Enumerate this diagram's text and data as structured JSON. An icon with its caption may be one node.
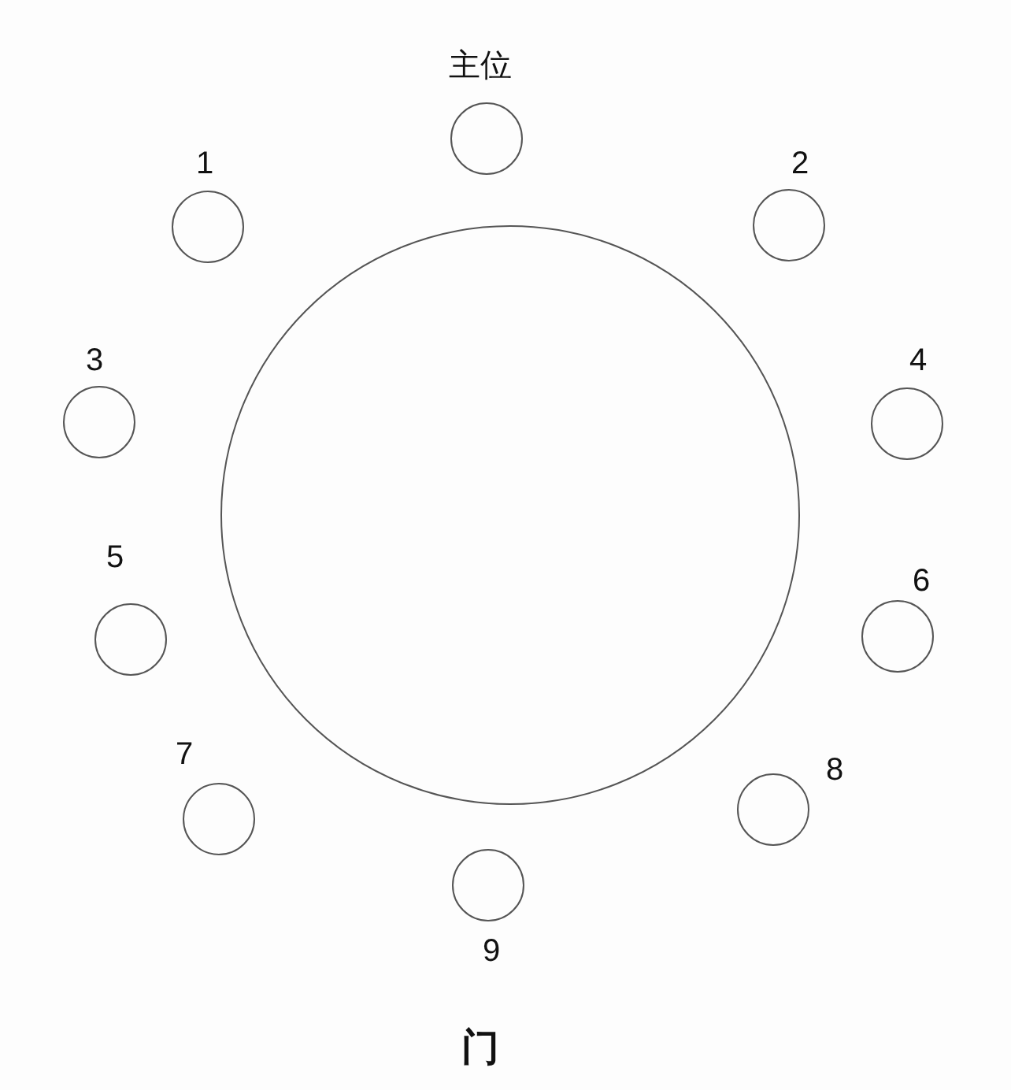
{
  "diagram": {
    "nodes": [
      {
        "text": [
          "主位"
        ]
      },
      {
        "text": [
          "1"
        ]
      },
      {
        "text": [
          "2"
        ]
      },
      {
        "text": [
          "3"
        ]
      },
      {
        "text": [
          "4"
        ]
      },
      {
        "text": [
          "5"
        ]
      },
      {
        "text": [
          "6"
        ]
      },
      {
        "text": [
          "7"
        ]
      },
      {
        "text": [
          "8"
        ]
      },
      {
        "text": [
          "9"
        ]
      },
      {
        "text": [],
        "shape": "circle"
      }
    ],
    "labels": [
      "门"
    ]
  }
}
